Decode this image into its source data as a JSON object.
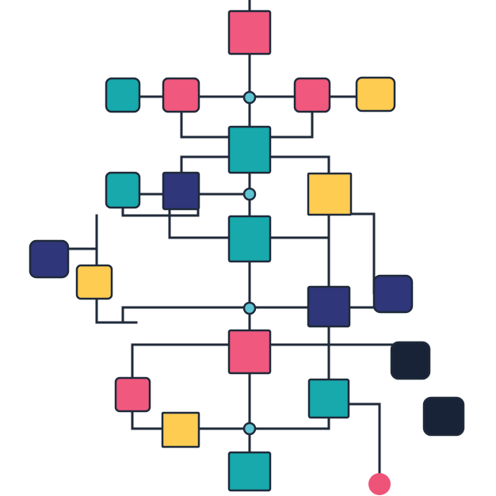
{
  "palette": {
    "pink": "#f0587e",
    "teal": "#17a9ac",
    "navy": "#2f367a",
    "yellow": "#ffcc52",
    "dark": "#182338",
    "line": "#1f2a3a",
    "junction": "#5ec4d2",
    "terminal": "#ee5378"
  },
  "nodes": [
    {
      "id": "pink-top",
      "color": "pink"
    },
    {
      "id": "teal-left-1",
      "color": "teal"
    },
    {
      "id": "pink-left-1",
      "color": "pink"
    },
    {
      "id": "pink-right-1",
      "color": "pink"
    },
    {
      "id": "yellow-right-1",
      "color": "yellow"
    },
    {
      "id": "teal-center-1",
      "color": "teal"
    },
    {
      "id": "teal-left-2",
      "color": "teal"
    },
    {
      "id": "navy-left-2",
      "color": "navy"
    },
    {
      "id": "yellow-right-2",
      "color": "yellow"
    },
    {
      "id": "teal-center-2",
      "color": "teal"
    },
    {
      "id": "navy-far-left",
      "color": "navy"
    },
    {
      "id": "yellow-left-3",
      "color": "yellow"
    },
    {
      "id": "navy-right-3",
      "color": "navy"
    },
    {
      "id": "navy-center-3",
      "color": "navy"
    },
    {
      "id": "pink-center-4",
      "color": "pink"
    },
    {
      "id": "dark-right-4",
      "color": "dark"
    },
    {
      "id": "pink-left-5",
      "color": "pink"
    },
    {
      "id": "teal-right-5",
      "color": "teal"
    },
    {
      "id": "dark-right-5",
      "color": "dark"
    },
    {
      "id": "yellow-left-6",
      "color": "yellow"
    },
    {
      "id": "teal-bottom",
      "color": "teal"
    }
  ],
  "junctions": 4,
  "terminals": 1
}
